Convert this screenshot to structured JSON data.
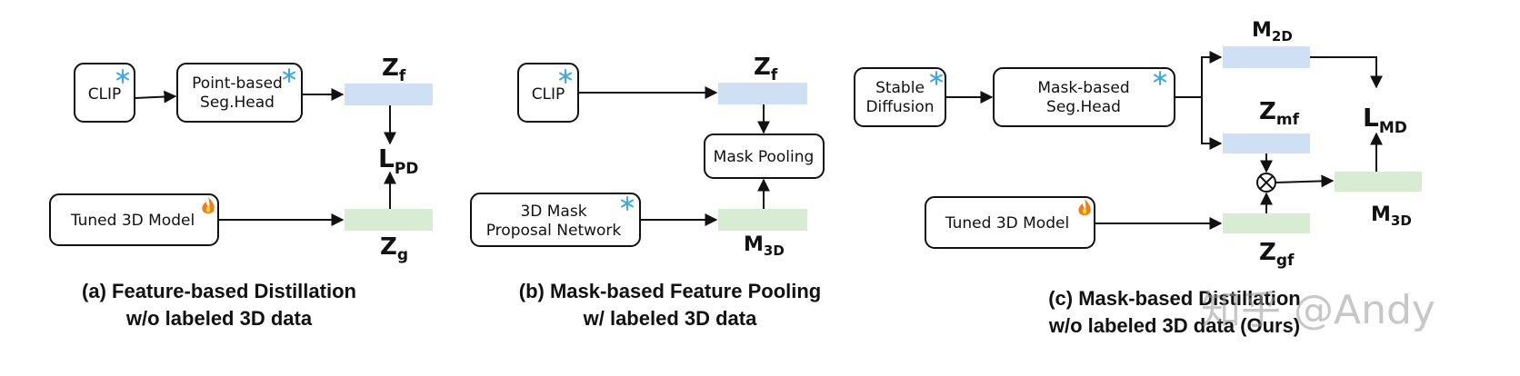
{
  "colors": {
    "feature_blue": "#cfe0f5",
    "feature_green": "#d8ebd3",
    "frozen_icon": "#3fa9e0",
    "tuned_icon": "#f07b18"
  },
  "icons": {
    "frozen": "snowflake-icon",
    "tuned": "fire-icon",
    "multiply": "circled-times-icon"
  },
  "panel_a": {
    "clip": "CLIP",
    "seg_head_l1": "Point-based",
    "seg_head_l2": "Seg.Head",
    "tuned_model": "Tuned 3D Model",
    "z": "Z",
    "z_f_sub": "f",
    "loss": "L",
    "loss_sub": "PD",
    "z_g_sub": "g",
    "caption_l1": "(a) Feature-based Distillation",
    "caption_l2": "w/o labeled 3D data"
  },
  "panel_b": {
    "clip": "CLIP",
    "mask_pooling": "Mask Pooling",
    "proposal_l1": "3D Mask",
    "proposal_l2": "Proposal Network",
    "z": "Z",
    "z_f_sub": "f",
    "m": "M",
    "m_sub": "3D",
    "caption_l1": "(b) Mask-based Feature Pooling",
    "caption_l2": "w/ labeled 3D data"
  },
  "panel_c": {
    "stable_l1": "Stable",
    "stable_l2": "Diffusion",
    "seg_head_l1": "Mask-based",
    "seg_head_l2": "Seg.Head",
    "tuned_model": "Tuned 3D Model",
    "m": "M",
    "m2d_sub": "2D",
    "m3d_sub": "3D",
    "z": "Z",
    "z_mf_sub": "mf",
    "z_gf_sub": "gf",
    "loss": "L",
    "loss_sub": "MD",
    "caption_l1": "(c) Mask-based Distillation",
    "caption_l2": "w/o labeled 3D data (Ours)"
  },
  "watermark": "知乎 @Andy"
}
